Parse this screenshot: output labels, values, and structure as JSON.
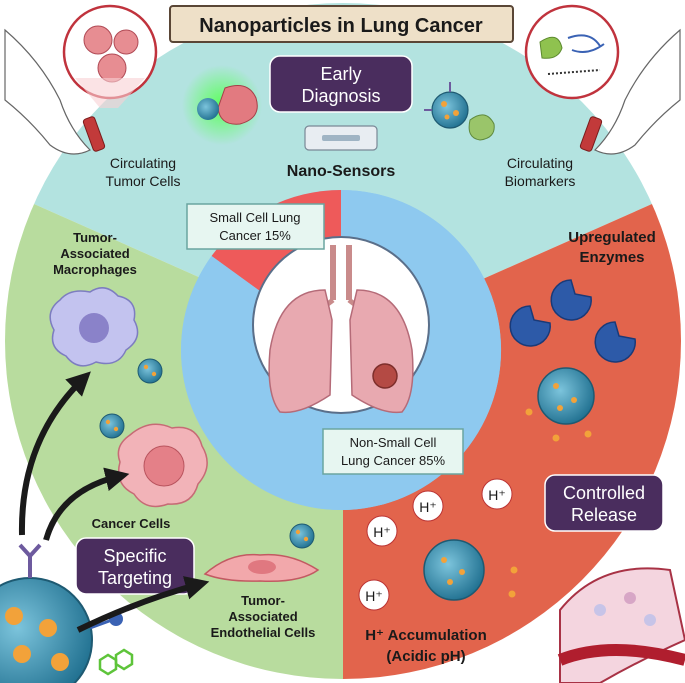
{
  "title": "Nanoparticles in Lung Cancer",
  "sections": {
    "early_diagnosis": {
      "label_line1": "Early",
      "label_line2": "Diagnosis"
    },
    "nano_sensors": "Nano-Sensors",
    "circulating_tumor_cells": {
      "line1": "Circulating",
      "line2": "Tumor Cells"
    },
    "circulating_biomarkers": {
      "line1": "Circulating",
      "line2": "Biomarkers"
    },
    "tumor_associated_macrophages": {
      "line1": "Tumor-",
      "line2": "Associated",
      "line3": "Macrophages"
    },
    "cancer_cells": "Cancer Cells",
    "specific_targeting": {
      "line1": "Specific",
      "line2": "Targeting"
    },
    "tumor_associated_endothelial_cells": {
      "line1": "Tumor-",
      "line2": "Associated",
      "line3": "Endothelial Cells"
    },
    "upregulated_enzymes": {
      "line1": "Upregulated",
      "line2": "Enzymes"
    },
    "controlled_release": {
      "line1": "Controlled",
      "line2": "Release"
    },
    "h_accumulation": {
      "line1": "H⁺ Accumulation",
      "line2": "(Acidic pH)"
    },
    "h_ion": "H⁺"
  },
  "chart_data": {
    "type": "pie",
    "categories": [
      "Small Cell Lung Cancer",
      "Non-Small Cell Lung Cancer"
    ],
    "values": [
      15,
      85
    ],
    "labels": [
      "Small Cell Lung\nCancer 15%",
      "Non-Small Cell\nLung Cancer 85%"
    ],
    "label_line1": [
      "Small Cell Lung",
      "Non-Small Cell"
    ],
    "label_line2": [
      "Cancer 15%",
      "Lung Cancer 85%"
    ],
    "colors": [
      "#ee5a5a",
      "#8ec9ef"
    ]
  },
  "colors": {
    "diagnosis_sector": "#b3e3e0",
    "targeting_sector": "#b8dc9e",
    "release_sector": "#e2644c",
    "label_box": "#4a2d5e",
    "title_box": "#eee0c8",
    "nanoparticle": "#2f88a8"
  },
  "icons": [
    "lungs-icon",
    "tumor-icon",
    "nanoparticle-icon",
    "macrophage-icon",
    "cancer-cell-icon",
    "endothelial-cell-icon",
    "enzyme-icon",
    "blood-vessel-icon",
    "hand-icon",
    "blood-tube-icon",
    "antibody-icon",
    "arrow-icon"
  ]
}
